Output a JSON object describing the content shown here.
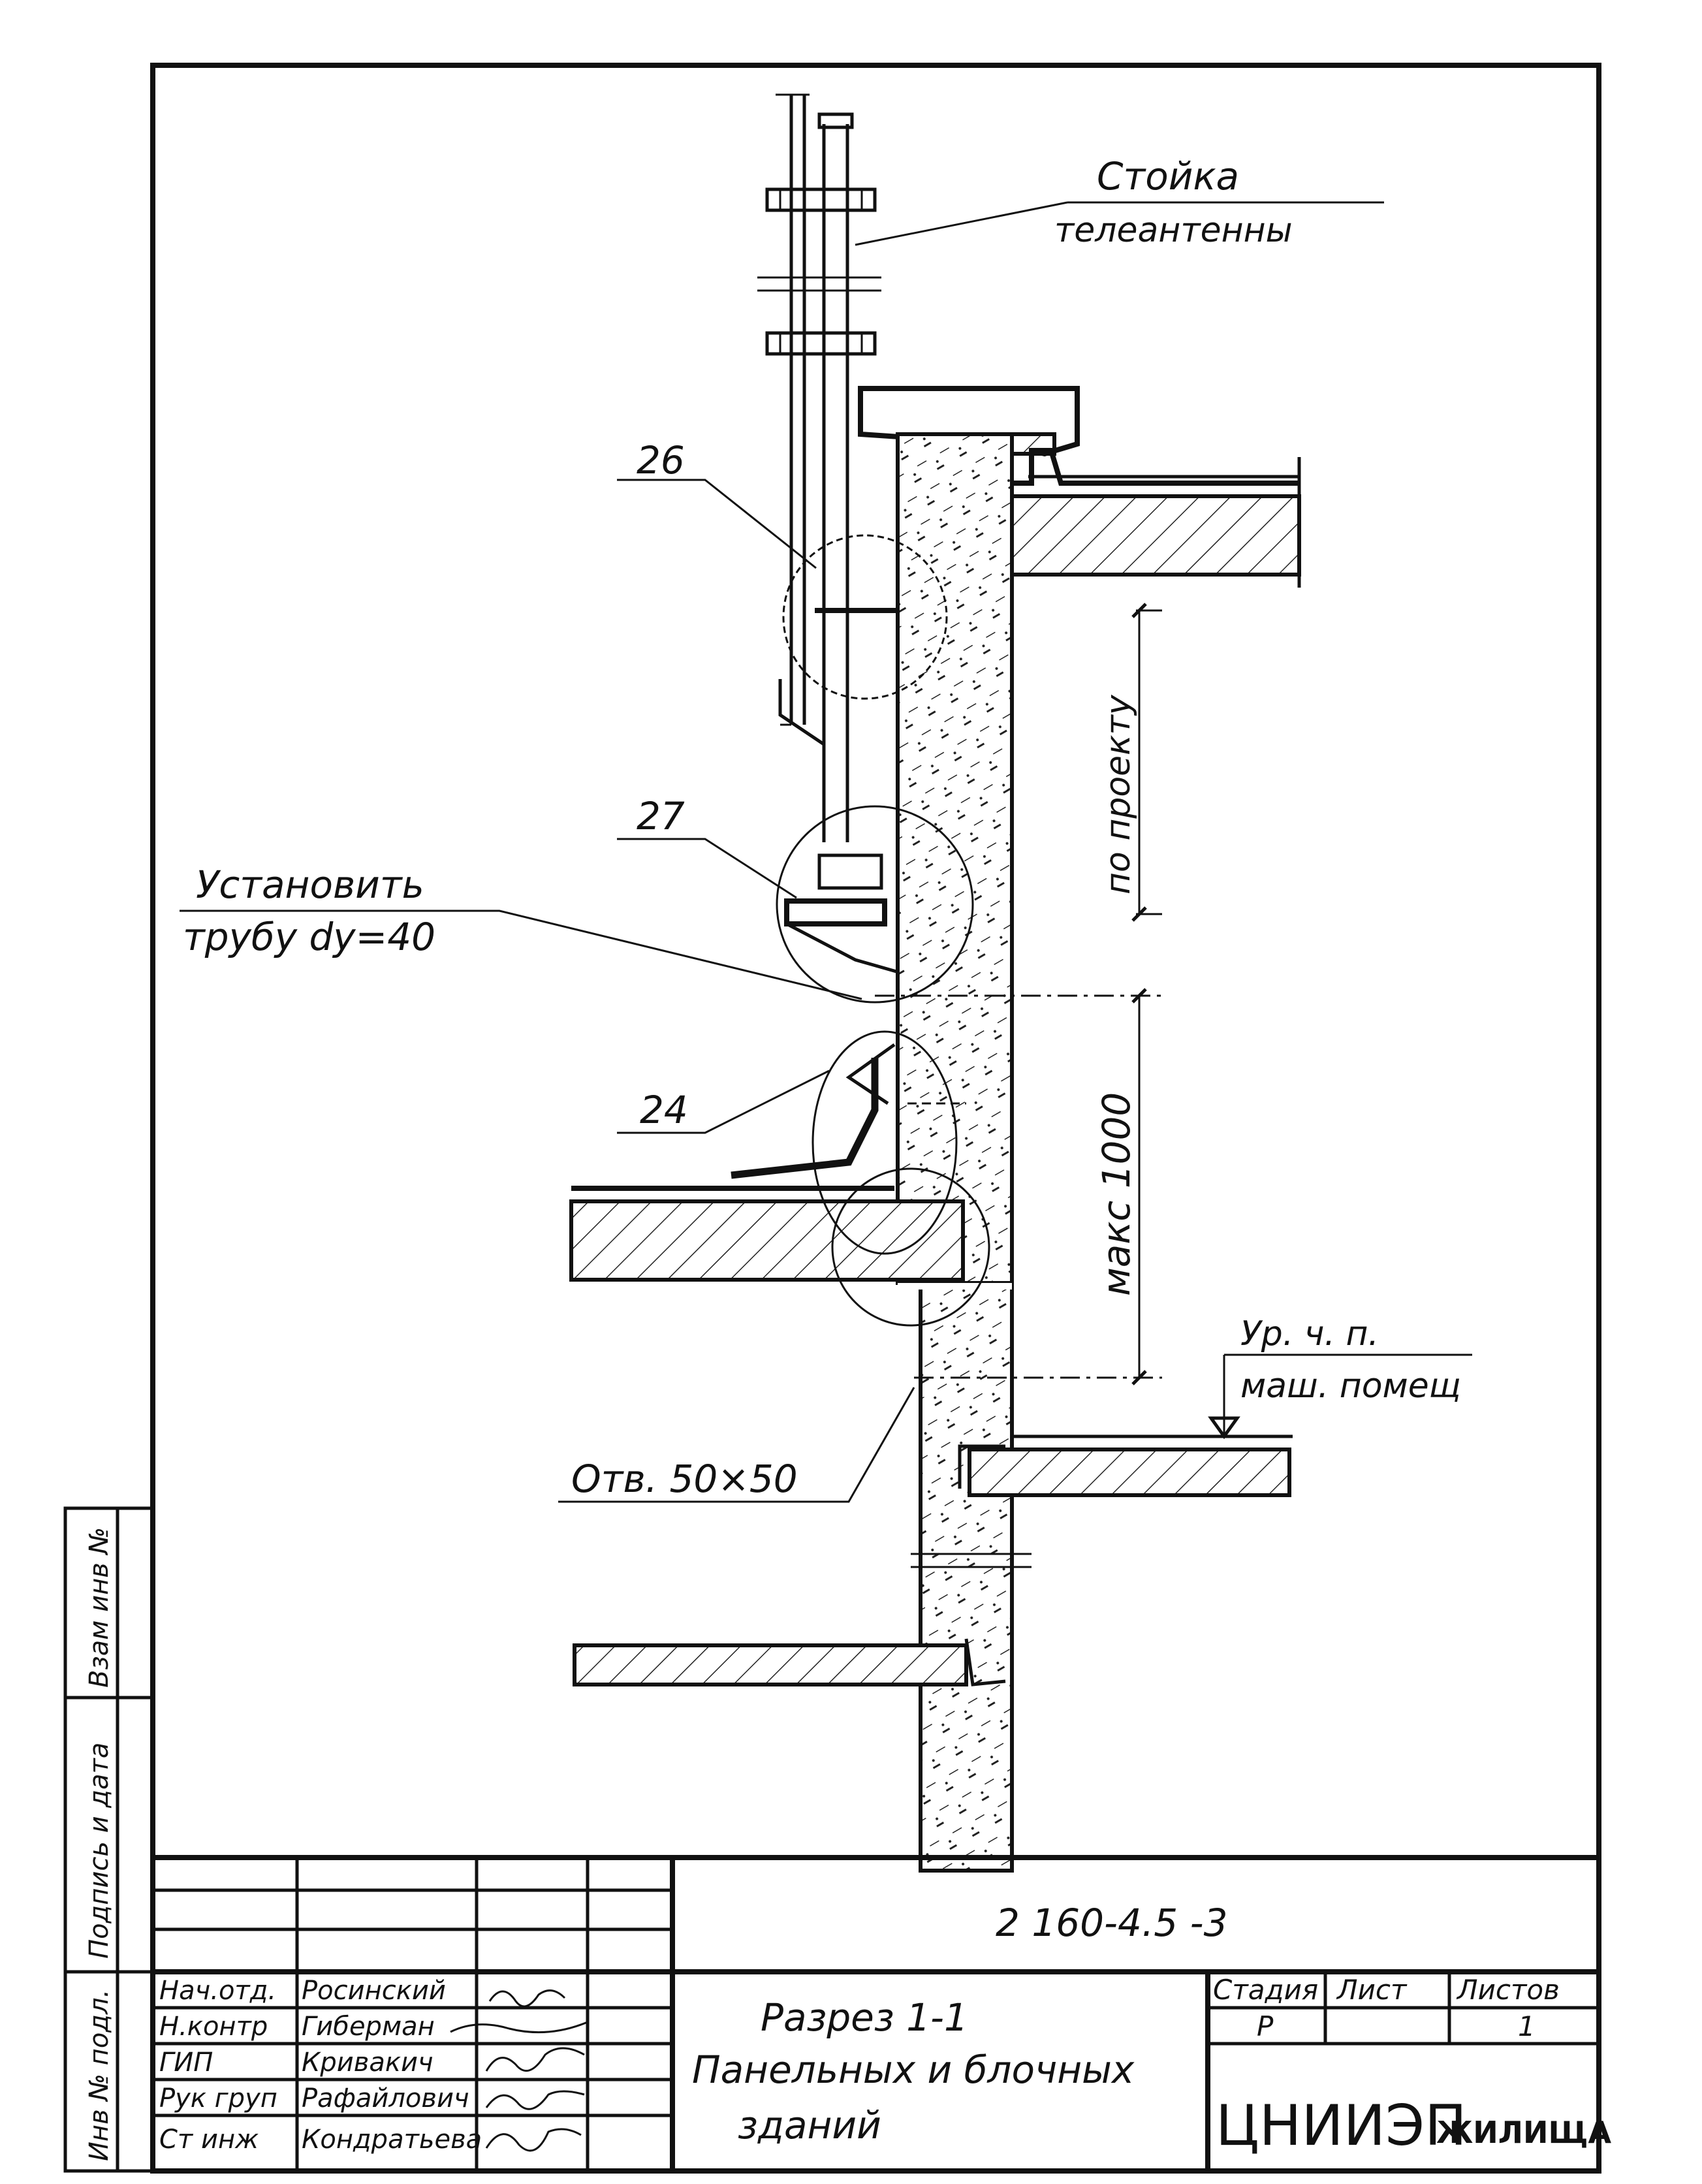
{
  "drawing": {
    "labels": {
      "antenna_mast": [
        "Стойка",
        "телеантенны"
      ],
      "callout_26": "26",
      "callout_27": "27",
      "callout_24": "24",
      "install_pipe": [
        "Установить",
        "трубу dy=40"
      ],
      "opening": "Отв. 50×50",
      "level_mark": [
        "Ур. ч. п.",
        "маш. помещ"
      ]
    },
    "dimensions": {
      "upper": "по проекту",
      "lower": "макс 1000"
    }
  },
  "title_block": {
    "document_code": "2 160-4.5 -3",
    "title_lines": [
      "Разрез 1-1",
      "Панельных и блочных",
      "зданий"
    ],
    "stage_header": "Стадия",
    "sheet_header": "Лист",
    "sheets_header": "Листов",
    "stage_value": "Р",
    "sheet_value": "",
    "sheets_value": "1",
    "organization": "ЦНИИЭП",
    "organization_suffix": "ЖИЛИЩА",
    "staff": [
      {
        "role": "Нач.отд.",
        "name": "Росинский"
      },
      {
        "role": "Н.контр",
        "name": "Гиберман"
      },
      {
        "role": "ГИП",
        "name": "Кривакич"
      },
      {
        "role": "Рук груп",
        "name": "Рафайлович"
      },
      {
        "role": "Ст инж",
        "name": "Кондратьева"
      }
    ]
  },
  "side_stamp": {
    "cells": [
      "Инв № подл.",
      "Подпись и дата",
      "Взам инв №"
    ]
  }
}
